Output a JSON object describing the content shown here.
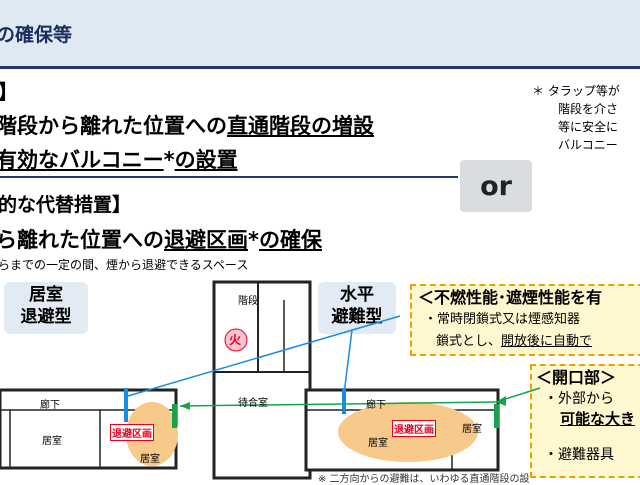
{
  "header": {
    "title": "の確保等"
  },
  "main": {
    "bracket": "】",
    "line1_plain": "階段から離れた位置への",
    "line1_emph": "直通階段の増設",
    "line2_emph": "有効なバルコニー",
    "line2_mid": "*",
    "line2_tail": "の設置"
  },
  "note": {
    "lines": [
      "＊ タラップ等が",
      "階段を介さ",
      "等に安全に",
      "バルコニー"
    ]
  },
  "or_label": "or",
  "alternative": {
    "title": "的な代替措置】",
    "line_plain": "ら離れた位置への",
    "line_emph": "退避区画",
    "line_mid": "*",
    "line_tail": "の確保",
    "sub": "らまでの一定の間、煙から退避できるスペース"
  },
  "types": {
    "room": [
      "居室",
      "退避型"
    ],
    "horizontal": [
      "水平",
      "避難型"
    ]
  },
  "performance": {
    "title": "＜不燃性能･遮煙性能を有",
    "item1": "・常時閉鎖式又は煙感知器",
    "item2_plain": "鎖式とし、",
    "item2_emph": "開放後に自動で"
  },
  "opening": {
    "title": "＜開口部＞",
    "item1": "・外部から",
    "item2": "可能な大き",
    "item3": "・避難器具"
  },
  "floorplan": {
    "stairs": "階段",
    "fire": "火",
    "waiting_room": "待合室",
    "corridor_left": "廊下",
    "corridor_right": "廊下",
    "room_left1": "居室",
    "room_left2": "居室",
    "room_right1": "居室",
    "room_right2": "居室",
    "evac_left": "退避区画",
    "evac_right": "退避区画"
  },
  "footer_note": "※ 二方向からの避難は、いわゆる直通階段の設"
}
